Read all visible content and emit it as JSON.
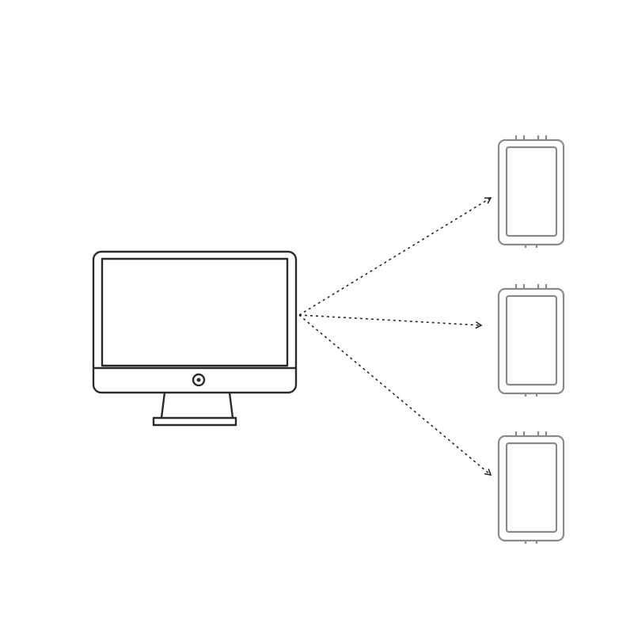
{
  "diagram": {
    "background": "#ffffff",
    "stroke_color": "#2b2b2b",
    "device_stroke_color": "#8a8a8a",
    "source": {
      "icon": "desktop-monitor-icon"
    },
    "targets": [
      {
        "icon": "tablet-device-icon"
      },
      {
        "icon": "tablet-device-icon"
      },
      {
        "icon": "tablet-device-icon"
      }
    ],
    "connections": [
      {
        "from": "source",
        "to": 0,
        "style": "dotted-arrow"
      },
      {
        "from": "source",
        "to": 1,
        "style": "dotted-arrow"
      },
      {
        "from": "source",
        "to": 2,
        "style": "dotted-arrow"
      }
    ]
  }
}
